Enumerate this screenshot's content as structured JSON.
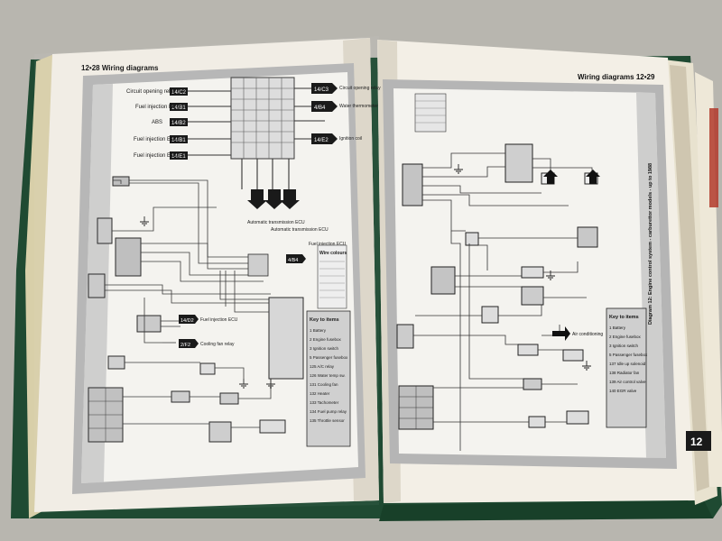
{
  "left_page": {
    "header": "12•28  Wiring diagrams",
    "connector_labels": [
      "Circuit opening relay",
      "Fuel injection ECU",
      "ABS",
      "Fuel injection ECU",
      "Fuel injection ECU"
    ],
    "right_labels": [
      "Circuit opening relay",
      "Water thermometer",
      "Ignition coil"
    ],
    "callouts": [
      "14/C2",
      "14/B1",
      "14/B2",
      "14/B1",
      "14/E1"
    ],
    "right_callouts": [
      "14/C3",
      "4/B4",
      "14/E2"
    ],
    "bottom_arrow_labels": [
      "Automatic transmission ECU",
      "Automatic transmission ECU"
    ],
    "fuel_injection_label": "Fuel injection ECU",
    "cooling_fan_label": "Cooling fan relay",
    "fuel_injection_ecu2": "Fuel injection ECU",
    "small_callouts": [
      "14/D2",
      "2/F2",
      "4/B4"
    ],
    "wire_colour_title": "Wire colours",
    "key_title": "Key to items",
    "key_items": [
      "1  Battery",
      "2  Engine fusebox",
      "3  Ignition switch",
      "5  Passenger fusebox",
      "125 A/C relay",
      "126 Water temp sw.",
      "131 Cooling fan",
      "132 Heater",
      "133 Tachometer",
      "134 Fuel pump relay",
      "135 Throttle sensor"
    ]
  },
  "right_page": {
    "header": "Wiring diagrams  12•29",
    "side_caption": "Diagram 12: Engine control system - carburettor models - up to 1988",
    "air_label": "Air conditioning",
    "key_title": "Key to items",
    "key_items": [
      "1  Battery",
      "2  Engine fusebox",
      "3  Ignition switch",
      "5  Passenger fusebox",
      "137 Idle up solenoid",
      "138 Radiator fan",
      "139 Air control valve",
      "140 EGR valve"
    ],
    "tab_number": "12"
  }
}
